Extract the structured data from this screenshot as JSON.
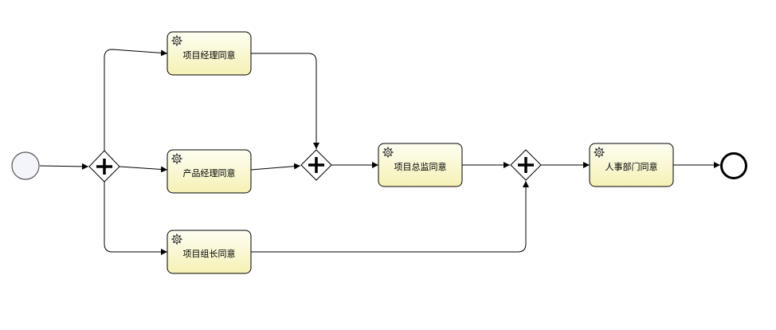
{
  "diagram": {
    "type": "BPMN process",
    "tasks": {
      "pm_approve": {
        "label": "项目经理同意",
        "kind": "service-task"
      },
      "product_approve": {
        "label": "产品经理同意",
        "kind": "service-task"
      },
      "lead_approve": {
        "label": "项目组长同意",
        "kind": "service-task"
      },
      "director_approve": {
        "label": "项目总监同意",
        "kind": "service-task"
      },
      "hr_approve": {
        "label": "人事部门同意",
        "kind": "service-task"
      }
    },
    "gateways": [
      "parallel-split",
      "parallel-join-1",
      "parallel-join-2"
    ],
    "events": [
      "start",
      "end"
    ],
    "colors": {
      "task_fill_top": "#fdfde8",
      "task_fill_bottom": "#f6f3b7",
      "task_stroke": "#000000",
      "gateway_fill": "#ffffff",
      "start_fill": "#f3f5fb",
      "line": "#000000"
    }
  }
}
